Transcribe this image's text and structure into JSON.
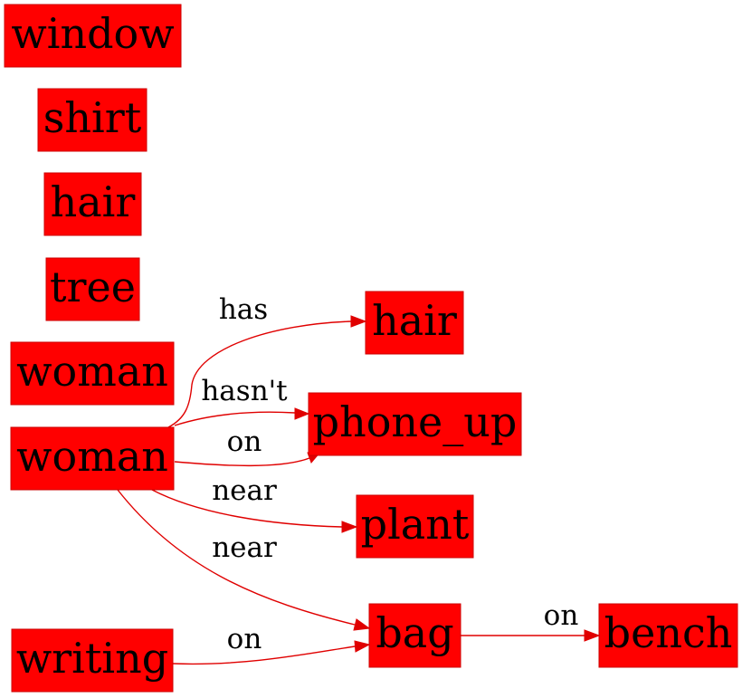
{
  "colors": {
    "node_fill": "#ff0000",
    "edge": "#e00000",
    "text": "#000000",
    "background": "#ffffff"
  },
  "nodes": {
    "window": "window",
    "shirt": "shirt",
    "hair1": "hair",
    "tree": "tree",
    "woman1": "woman",
    "woman2": "woman",
    "writing": "writing",
    "hair2": "hair",
    "phone_up": "phone_up",
    "plant": "plant",
    "bag": "bag",
    "bench": "bench"
  },
  "edges": {
    "woman2_hair2": {
      "from": "woman",
      "to": "hair",
      "label": "has"
    },
    "woman2_phone_hasnt": {
      "from": "woman",
      "to": "phone_up",
      "label": "hasn't"
    },
    "woman2_phone_on": {
      "from": "woman",
      "to": "phone_up",
      "label": "on"
    },
    "woman2_plant": {
      "from": "woman",
      "to": "plant",
      "label": "near"
    },
    "woman2_bag": {
      "from": "woman",
      "to": "bag",
      "label": "near"
    },
    "writing_bag": {
      "from": "writing",
      "to": "bag",
      "label": "on"
    },
    "bag_bench": {
      "from": "bag",
      "to": "bench",
      "label": "on"
    }
  }
}
